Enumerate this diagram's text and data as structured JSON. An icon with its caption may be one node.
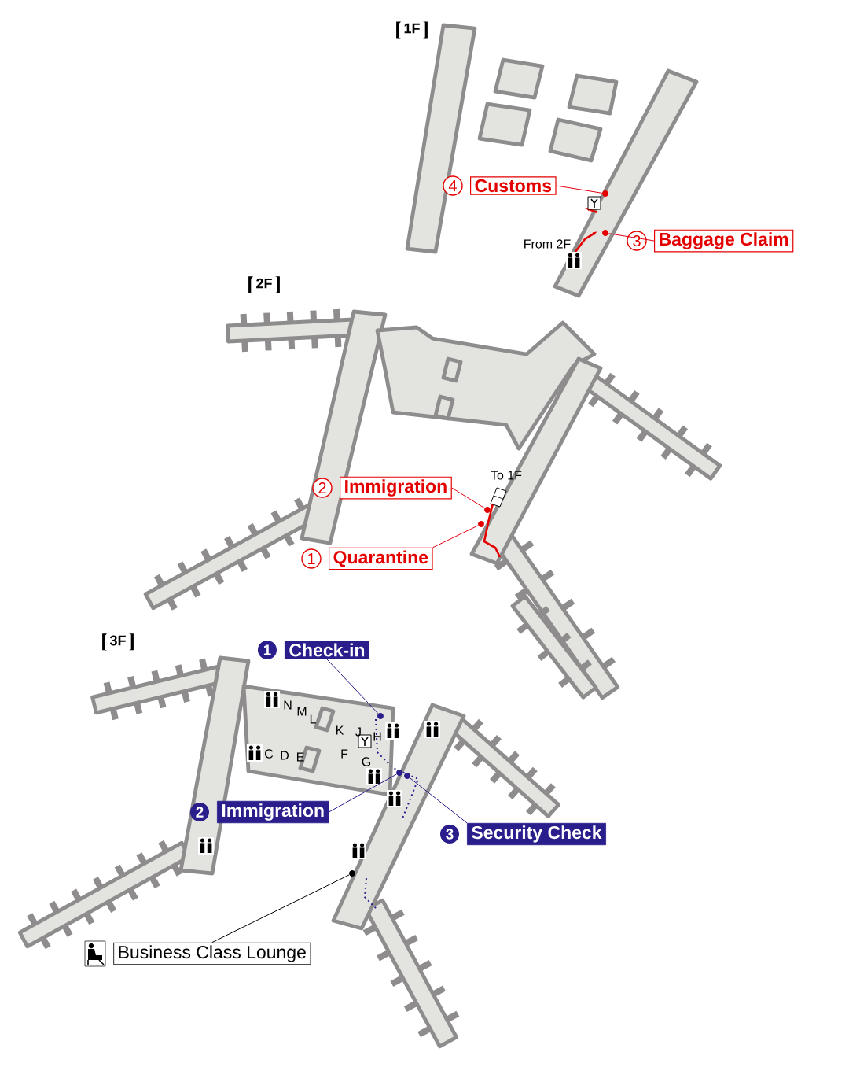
{
  "diagram": {
    "nodes": [
      {
        "text": [
          "4",
          "Customs"
        ]
      },
      {
        "text": [
          "3",
          "Baggage Claim"
        ]
      },
      {
        "text": [
          "2",
          "Immigration"
        ]
      },
      {
        "text": [
          "1",
          "Quarantine"
        ]
      },
      {
        "text": [
          "1",
          "Check-in"
        ]
      },
      {
        "text": [
          "2",
          "Immigration"
        ]
      },
      {
        "text": [
          "3",
          "Security Check"
        ]
      },
      {
        "text": [
          "Business Class Lounge"
        ]
      },
      {
        "text": [],
        "shape": "circle"
      },
      {
        "text": [],
        "shape": "circle"
      },
      {
        "text": [],
        "shape": "circle"
      },
      {
        "text": [],
        "shape": "circle"
      },
      {
        "text": [],
        "shape": "circle"
      },
      {
        "text": [],
        "shape": "circle"
      },
      {
        "text": [],
        "shape": "circle"
      },
      {
        "text": [],
        "shape": "circle"
      }
    ],
    "edges": [
      {
        "from": 0,
        "to": 8,
        "arrow": "none"
      },
      {
        "from": 1,
        "to": 9,
        "arrow": "none"
      },
      {
        "from": 2,
        "to": 10,
        "arrow": "none"
      },
      {
        "from": 3,
        "to": 11,
        "arrow": "none"
      },
      {
        "from": 4,
        "to": 12,
        "arrow": "none",
        "color": "#2a1e8c"
      },
      {
        "from": 5,
        "to": 13,
        "arrow": "none",
        "color": "#2a1e8c"
      },
      {
        "from": 6,
        "to": 14,
        "arrow": "none",
        "color": "#2a1e8c"
      },
      {
        "from": 7,
        "to": 15,
        "arrow": "none",
        "color": "#000000"
      }
    ],
    "labels": [
      "1F",
      "From 2F",
      "2F",
      "To 1F",
      "3F",
      "N",
      "M",
      "L",
      "K",
      "J",
      "H",
      "C",
      "D",
      "E",
      "F",
      "G"
    ]
  }
}
